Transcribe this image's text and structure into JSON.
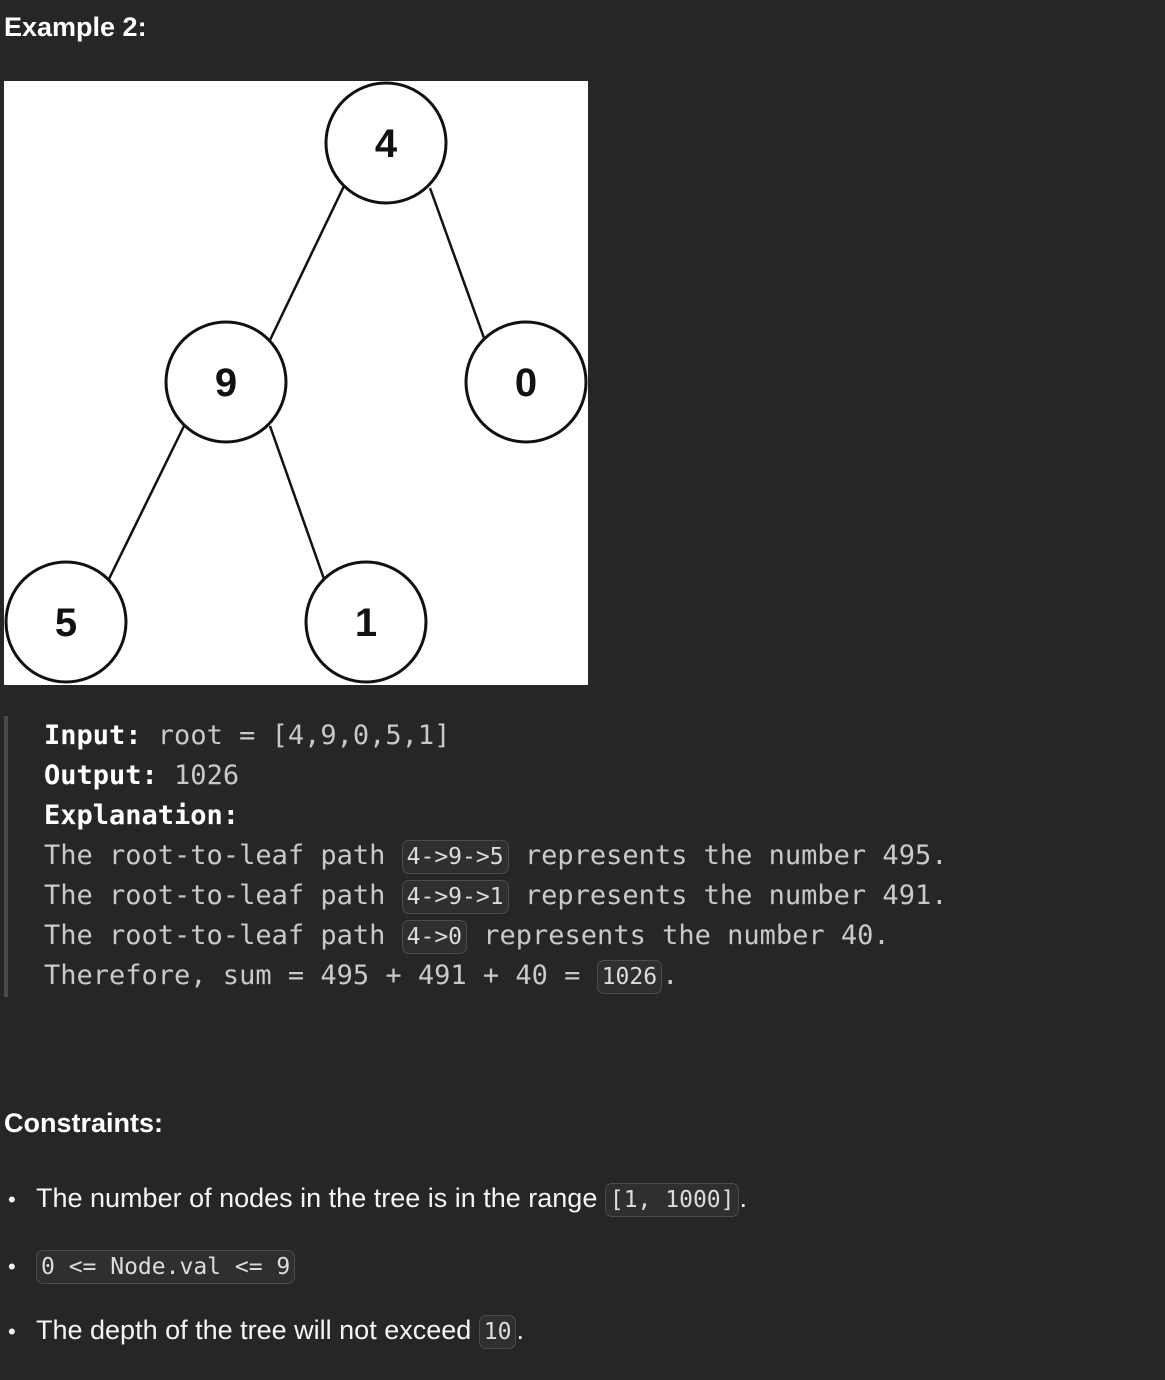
{
  "example": {
    "heading": "Example 2:",
    "tree": {
      "nodes": [
        "4",
        "9",
        "0",
        "5",
        "1"
      ]
    },
    "lines": {
      "input_label": "Input:",
      "input_value": " root = [4,9,0,5,1]",
      "output_label": "Output:",
      "output_value": " 1026",
      "explanation_label": "Explanation:",
      "path_prefix": "The root-to-leaf path ",
      "path1_chip": "4->9->5",
      "path1_suffix": " represents the number 495.",
      "path2_chip": "4->9->1",
      "path2_suffix": " represents the number 491.",
      "path3_chip": "4->0",
      "path3_suffix": " represents the number 40.",
      "sum_prefix": "Therefore, sum = 495 + 491 + 40 = ",
      "sum_chip": "1026",
      "sum_suffix": "."
    }
  },
  "constraints": {
    "heading": "Constraints:",
    "bullet": "•",
    "item1_text": "The number of nodes in the tree is in the range ",
    "item1_chip": "[1, 1000]",
    "item1_suffix": ".",
    "item2_chip": "0 <= Node.val <= 9",
    "item3_text": "The depth of the tree will not exceed ",
    "item3_chip": "10",
    "item3_suffix": "."
  }
}
